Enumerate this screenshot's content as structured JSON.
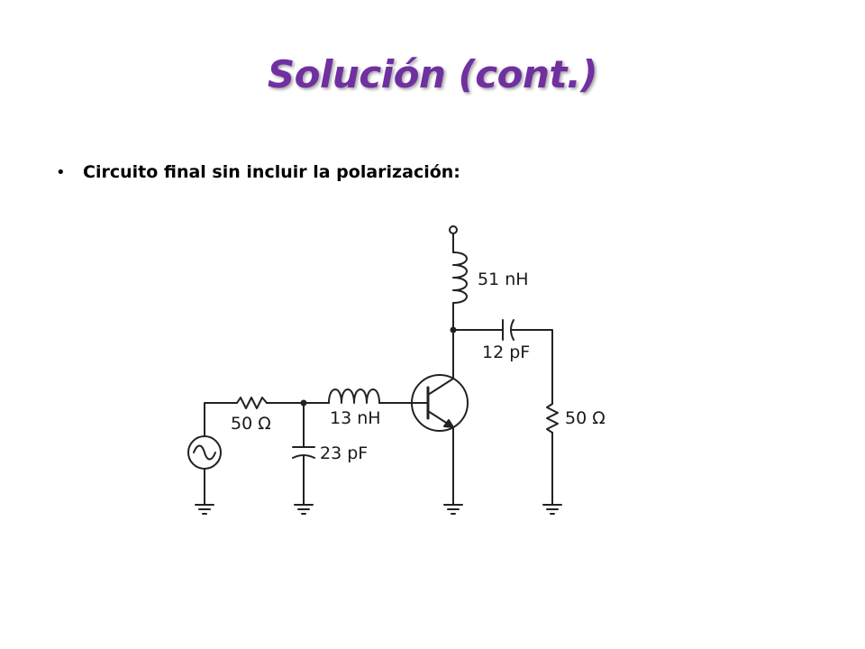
{
  "slide": {
    "title": "Solución (cont.)",
    "bullet_marker": "•",
    "bullet_text": "Circuito final sin incluir la polarización:"
  },
  "circuit": {
    "labels": {
      "source_resistor": "50 Ω",
      "series_inductor": "13 nH",
      "shunt_capacitor": "23 pF",
      "collector_inductor": "51 nH",
      "coupling_capacitor": "12 pF",
      "load_resistor": "50 Ω"
    },
    "colors": {
      "title": "#7030a0",
      "wire": "#222222"
    }
  }
}
